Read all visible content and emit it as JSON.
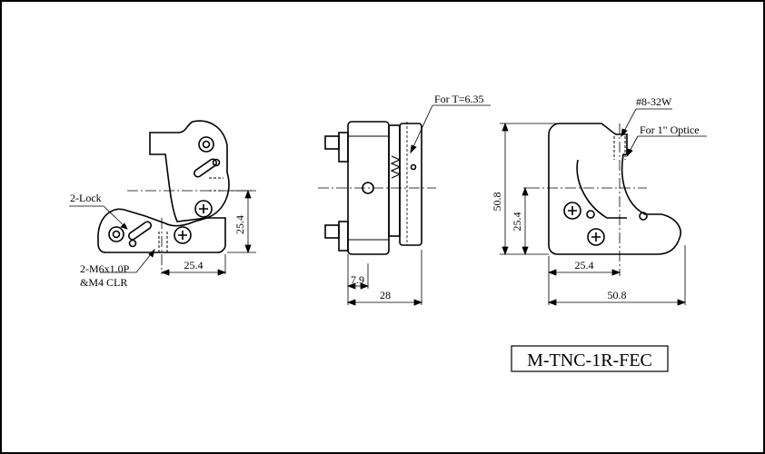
{
  "drawing": {
    "part_number": "M-TNC-1R-FEC",
    "front_view": {
      "lock_callout": "2-Lock",
      "hole_callout_line1": "2-M6x1.0P",
      "hole_callout_line2": "&M4 CLR",
      "dim_horizontal": "25.4",
      "dim_vertical": "25.4"
    },
    "side_view": {
      "thickness_callout": "For T=6.35",
      "dim_small": "7.9",
      "dim_total": "28"
    },
    "rear_view": {
      "thread_callout": "#8-32W",
      "optic_callout": "For 1\" Optice",
      "dim_height_total": "50.8",
      "dim_height_center": "25.4",
      "dim_width_center": "25.4",
      "dim_width_total": "50.8"
    }
  }
}
